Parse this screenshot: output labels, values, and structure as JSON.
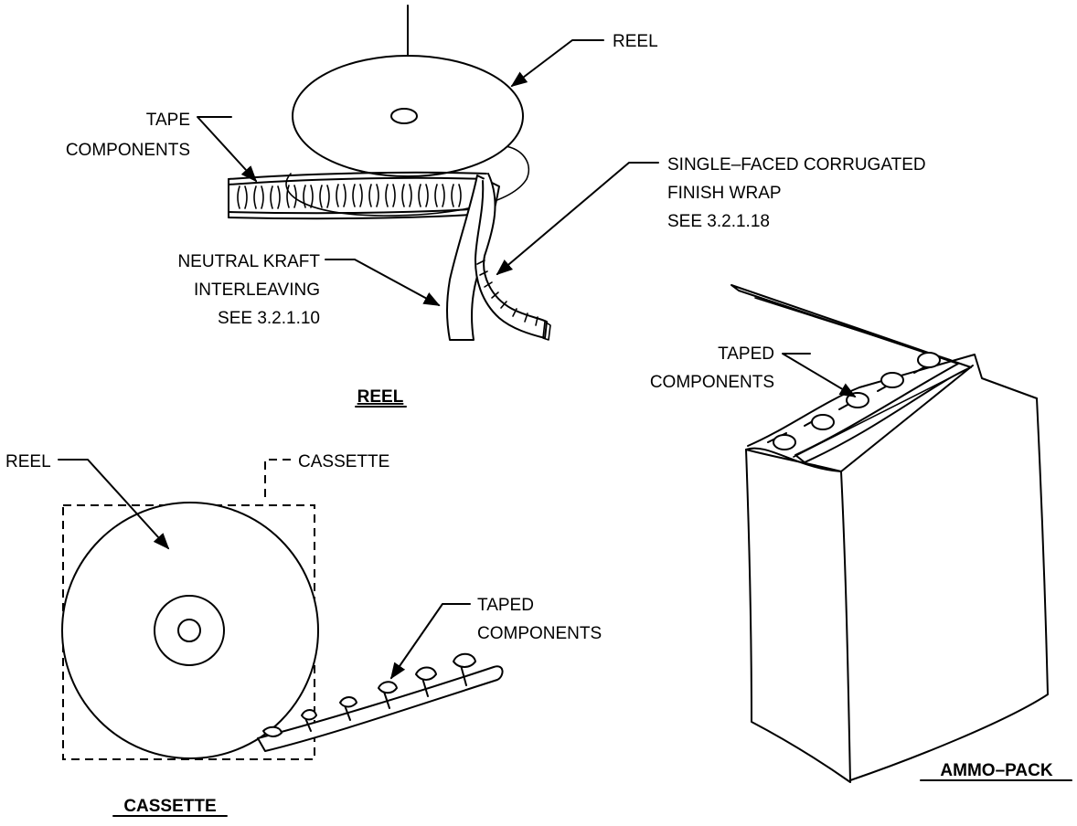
{
  "labels": {
    "reel_top": "REEL",
    "tape_components": [
      "TAPE",
      "COMPONENTS"
    ],
    "finish_wrap": [
      "SINGLE–FACED CORRUGATED",
      "FINISH WRAP",
      "SEE  3.2.1.18"
    ],
    "interleaving": [
      "NEUTRAL KRAFT",
      "INTERLEAVING",
      "SEE  3.2.1.10"
    ],
    "ammo_taped": [
      "TAPED",
      "COMPONENTS"
    ],
    "cassette_reel": "REEL",
    "cassette_box": "CASSETTE",
    "cassette_taped": [
      "TAPED",
      "COMPONENTS"
    ]
  },
  "captions": {
    "reel": "REEL",
    "cassette": "CASSETTE",
    "ammo_pack": "AMMO–PACK"
  }
}
